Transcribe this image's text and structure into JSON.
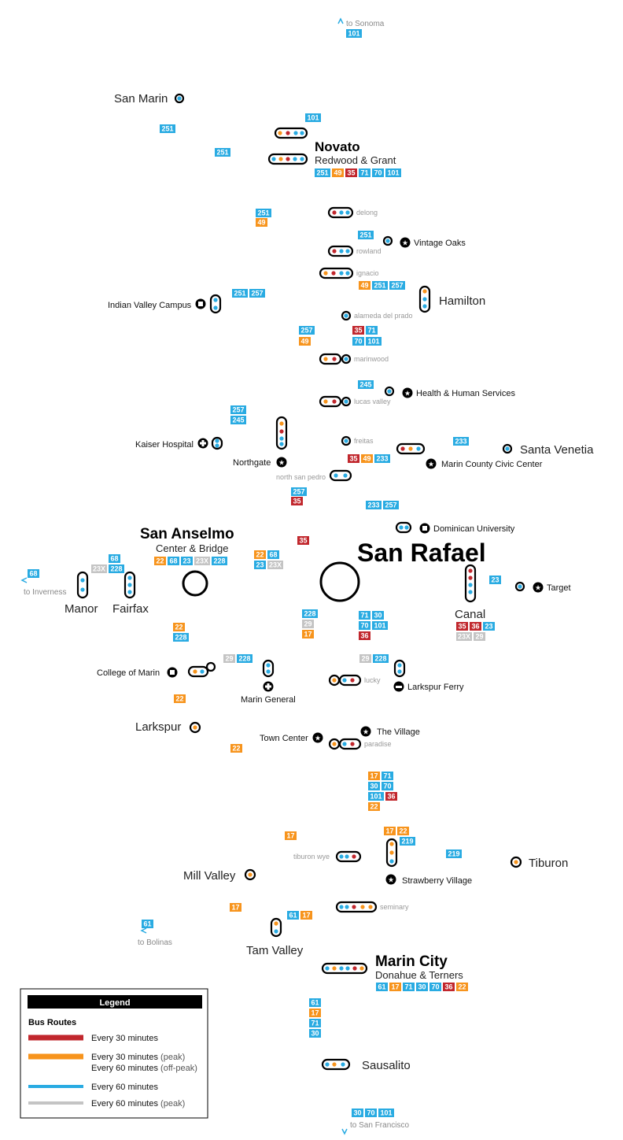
{
  "colors": {
    "red": "#c1272d",
    "orange": "#f7941d",
    "blue": "#29abe2",
    "grey": "#c4c4c4"
  },
  "hubs": {
    "san_rafael": {
      "name": "San Rafael"
    },
    "san_anselmo": {
      "name": "San Anselmo",
      "sub": "Center & Bridge",
      "routes": [
        [
          "22",
          "orange"
        ],
        [
          "68",
          "blue"
        ],
        [
          "23",
          "blue"
        ],
        [
          "23X",
          "grey"
        ],
        [
          "228",
          "blue"
        ]
      ]
    }
  },
  "major_stops": {
    "novato": {
      "name": "Novato",
      "sub": "Redwood & Grant",
      "routes": [
        [
          "251",
          "blue"
        ],
        [
          "49",
          "orange"
        ],
        [
          "35",
          "red"
        ],
        [
          "71",
          "blue"
        ],
        [
          "70",
          "blue"
        ],
        [
          "101",
          "blue"
        ]
      ]
    },
    "marin_city": {
      "name": "Marin City",
      "sub": "Donahue & Terners",
      "routes": [
        [
          "61",
          "blue"
        ],
        [
          "17",
          "orange"
        ],
        [
          "71",
          "blue"
        ],
        [
          "30",
          "blue"
        ],
        [
          "70",
          "blue"
        ],
        [
          "36",
          "red"
        ],
        [
          "22",
          "orange"
        ]
      ]
    }
  },
  "place_labels": [
    "San Marin",
    "Hamilton",
    "Santa Venetia",
    "Canal",
    "Manor",
    "Fairfax",
    "Larkspur",
    "Mill Valley",
    "Tiburon",
    "Tam Valley",
    "Sausalito"
  ],
  "street_labels": [
    "delong",
    "rowland",
    "ignacio",
    "alameda del prado",
    "marinwood",
    "lucas valley",
    "freitas",
    "north san pedro",
    "lucky",
    "paradise",
    "tiburon wye",
    "seminary"
  ],
  "pois": [
    "Vintage Oaks",
    "Indian Valley Campus",
    "Health & Human Services",
    "Kaiser Hospital",
    "Northgate",
    "Marin County Civic Center",
    "Dominican University",
    "Target",
    "College of Marin",
    "Marin General",
    "Larkspur Ferry",
    "Town Center",
    "The Village",
    "Strawberry Village"
  ],
  "external": {
    "sonoma": "to Sonoma",
    "inverness": "to Inverness",
    "bolinas": "to Bolinas",
    "san_francisco": "to San Francisco"
  },
  "badge_groups": [
    {
      "id": "sonoma",
      "routes": [
        [
          "101",
          "blue"
        ]
      ]
    },
    {
      "id": "north101",
      "routes": [
        [
          "101",
          "blue"
        ]
      ]
    },
    {
      "id": "sanmarin1",
      "routes": [
        [
          "251",
          "blue"
        ]
      ]
    },
    {
      "id": "sanmarin2",
      "routes": [
        [
          "251",
          "blue"
        ]
      ]
    },
    {
      "id": "nov_w1",
      "routes": [
        [
          "251",
          "blue"
        ]
      ]
    },
    {
      "id": "nov_w2",
      "routes": [
        [
          "49",
          "orange"
        ]
      ]
    },
    {
      "id": "vintage",
      "routes": [
        [
          "251",
          "blue"
        ]
      ]
    },
    {
      "id": "ignacio",
      "routes": [
        [
          "49",
          "orange"
        ],
        [
          "251",
          "blue"
        ],
        [
          "257",
          "blue"
        ]
      ]
    },
    {
      "id": "ivc",
      "routes": [
        [
          "251",
          "blue"
        ],
        [
          "257",
          "blue"
        ]
      ]
    },
    {
      "id": "adp1",
      "routes": [
        [
          "35",
          "red"
        ],
        [
          "71",
          "blue"
        ]
      ]
    },
    {
      "id": "adp2",
      "routes": [
        [
          "70",
          "blue"
        ],
        [
          "101",
          "blue"
        ]
      ]
    },
    {
      "id": "w257",
      "routes": [
        [
          "257",
          "blue"
        ]
      ]
    },
    {
      "id": "w49",
      "routes": [
        [
          "49",
          "orange"
        ]
      ]
    },
    {
      "id": "hhs",
      "routes": [
        [
          "245",
          "blue"
        ]
      ]
    },
    {
      "id": "kais1",
      "routes": [
        [
          "257",
          "blue"
        ]
      ]
    },
    {
      "id": "kais2",
      "routes": [
        [
          "245",
          "blue"
        ]
      ]
    },
    {
      "id": "freitas",
      "routes": [
        [
          "35",
          "red"
        ],
        [
          "49",
          "orange"
        ],
        [
          "233",
          "blue"
        ]
      ]
    },
    {
      "id": "santav",
      "routes": [
        [
          "233",
          "blue"
        ]
      ]
    },
    {
      "id": "nsp1",
      "routes": [
        [
          "257",
          "blue"
        ]
      ]
    },
    {
      "id": "nsp2",
      "routes": [
        [
          "35",
          "red"
        ]
      ]
    },
    {
      "id": "dom",
      "routes": [
        [
          "233",
          "blue"
        ],
        [
          "257",
          "blue"
        ]
      ]
    },
    {
      "id": "r35",
      "routes": [
        [
          "35",
          "red"
        ]
      ]
    },
    {
      "id": "inv",
      "routes": [
        [
          "68",
          "blue"
        ]
      ]
    },
    {
      "id": "fx1",
      "routes": [
        [
          "68",
          "blue"
        ]
      ]
    },
    {
      "id": "fx2",
      "routes": [
        [
          "23X",
          "grey"
        ],
        [
          "228",
          "blue"
        ]
      ]
    },
    {
      "id": "sa_e1",
      "routes": [
        [
          "22",
          "orange"
        ],
        [
          "68",
          "blue"
        ]
      ]
    },
    {
      "id": "sa_e2",
      "routes": [
        [
          "23",
          "blue"
        ],
        [
          "23X",
          "grey"
        ]
      ]
    },
    {
      "id": "target",
      "routes": [
        [
          "23",
          "blue"
        ]
      ]
    },
    {
      "id": "canal1",
      "routes": [
        [
          "35",
          "red"
        ],
        [
          "36",
          "red"
        ],
        [
          "23",
          "blue"
        ]
      ]
    },
    {
      "id": "canal2",
      "routes": [
        [
          "23X",
          "grey"
        ],
        [
          "29",
          "grey"
        ]
      ]
    },
    {
      "id": "srs_w",
      "routes": [
        [
          "228",
          "blue"
        ],
        [
          "29",
          "grey"
        ],
        [
          "17",
          "orange"
        ]
      ]
    },
    {
      "id": "srs_e1",
      "routes": [
        [
          "71",
          "blue"
        ],
        [
          "30",
          "blue"
        ]
      ]
    },
    {
      "id": "srs_e2",
      "routes": [
        [
          "70",
          "blue"
        ],
        [
          "101",
          "blue"
        ]
      ]
    },
    {
      "id": "srs_e3",
      "routes": [
        [
          "36",
          "red"
        ]
      ]
    },
    {
      "id": "sa_s",
      "routes": [
        [
          "22",
          "orange"
        ],
        [
          "228",
          "blue"
        ]
      ]
    },
    {
      "id": "com",
      "routes": [
        [
          "29",
          "grey"
        ],
        [
          "228",
          "blue"
        ]
      ]
    },
    {
      "id": "lark",
      "routes": [
        [
          "29",
          "grey"
        ],
        [
          "228",
          "blue"
        ]
      ]
    },
    {
      "id": "l22a",
      "routes": [
        [
          "22",
          "orange"
        ]
      ]
    },
    {
      "id": "l22b",
      "routes": [
        [
          "22",
          "orange"
        ]
      ]
    },
    {
      "id": "south1",
      "routes": [
        [
          "17",
          "orange"
        ],
        [
          "71",
          "blue"
        ]
      ]
    },
    {
      "id": "south2",
      "routes": [
        [
          "30",
          "blue"
        ],
        [
          "70",
          "blue"
        ]
      ]
    },
    {
      "id": "south3",
      "routes": [
        [
          "101",
          "blue"
        ],
        [
          "36",
          "red"
        ]
      ]
    },
    {
      "id": "south4",
      "routes": [
        [
          "22",
          "orange"
        ]
      ]
    },
    {
      "id": "mv17",
      "routes": [
        [
          "17",
          "orange"
        ]
      ]
    },
    {
      "id": "tw1",
      "routes": [
        [
          "17",
          "orange"
        ],
        [
          "22",
          "orange"
        ]
      ]
    },
    {
      "id": "tw2",
      "routes": [
        [
          "219",
          "blue"
        ]
      ]
    },
    {
      "id": "tib",
      "routes": [
        [
          "219",
          "blue"
        ]
      ]
    },
    {
      "id": "mv17b",
      "routes": [
        [
          "17",
          "orange"
        ]
      ]
    },
    {
      "id": "bol",
      "routes": [
        [
          "61",
          "blue"
        ]
      ]
    },
    {
      "id": "tam",
      "routes": [
        [
          "61",
          "blue"
        ],
        [
          "17",
          "orange"
        ]
      ]
    },
    {
      "id": "saus",
      "routes": [
        [
          "61",
          "blue"
        ],
        [
          "17",
          "orange"
        ],
        [
          "71",
          "blue"
        ],
        [
          "30",
          "blue"
        ]
      ]
    },
    {
      "id": "sf",
      "routes": [
        [
          "30",
          "blue"
        ],
        [
          "70",
          "blue"
        ],
        [
          "101",
          "blue"
        ]
      ]
    }
  ],
  "legend": {
    "title": "Legend",
    "section": "Bus Routes",
    "items": [
      {
        "color": "red",
        "label": "Every 30 minutes",
        "note": ""
      },
      {
        "color": "orange",
        "label": "Every 30 minutes",
        "note": "(peak)",
        "label2": "Every 60 minutes",
        "note2": "(off-peak)"
      },
      {
        "color": "blue",
        "label": "Every 60 minutes",
        "note": ""
      },
      {
        "color": "grey",
        "label": "Every 60 minutes",
        "note": "(peak)"
      }
    ]
  }
}
